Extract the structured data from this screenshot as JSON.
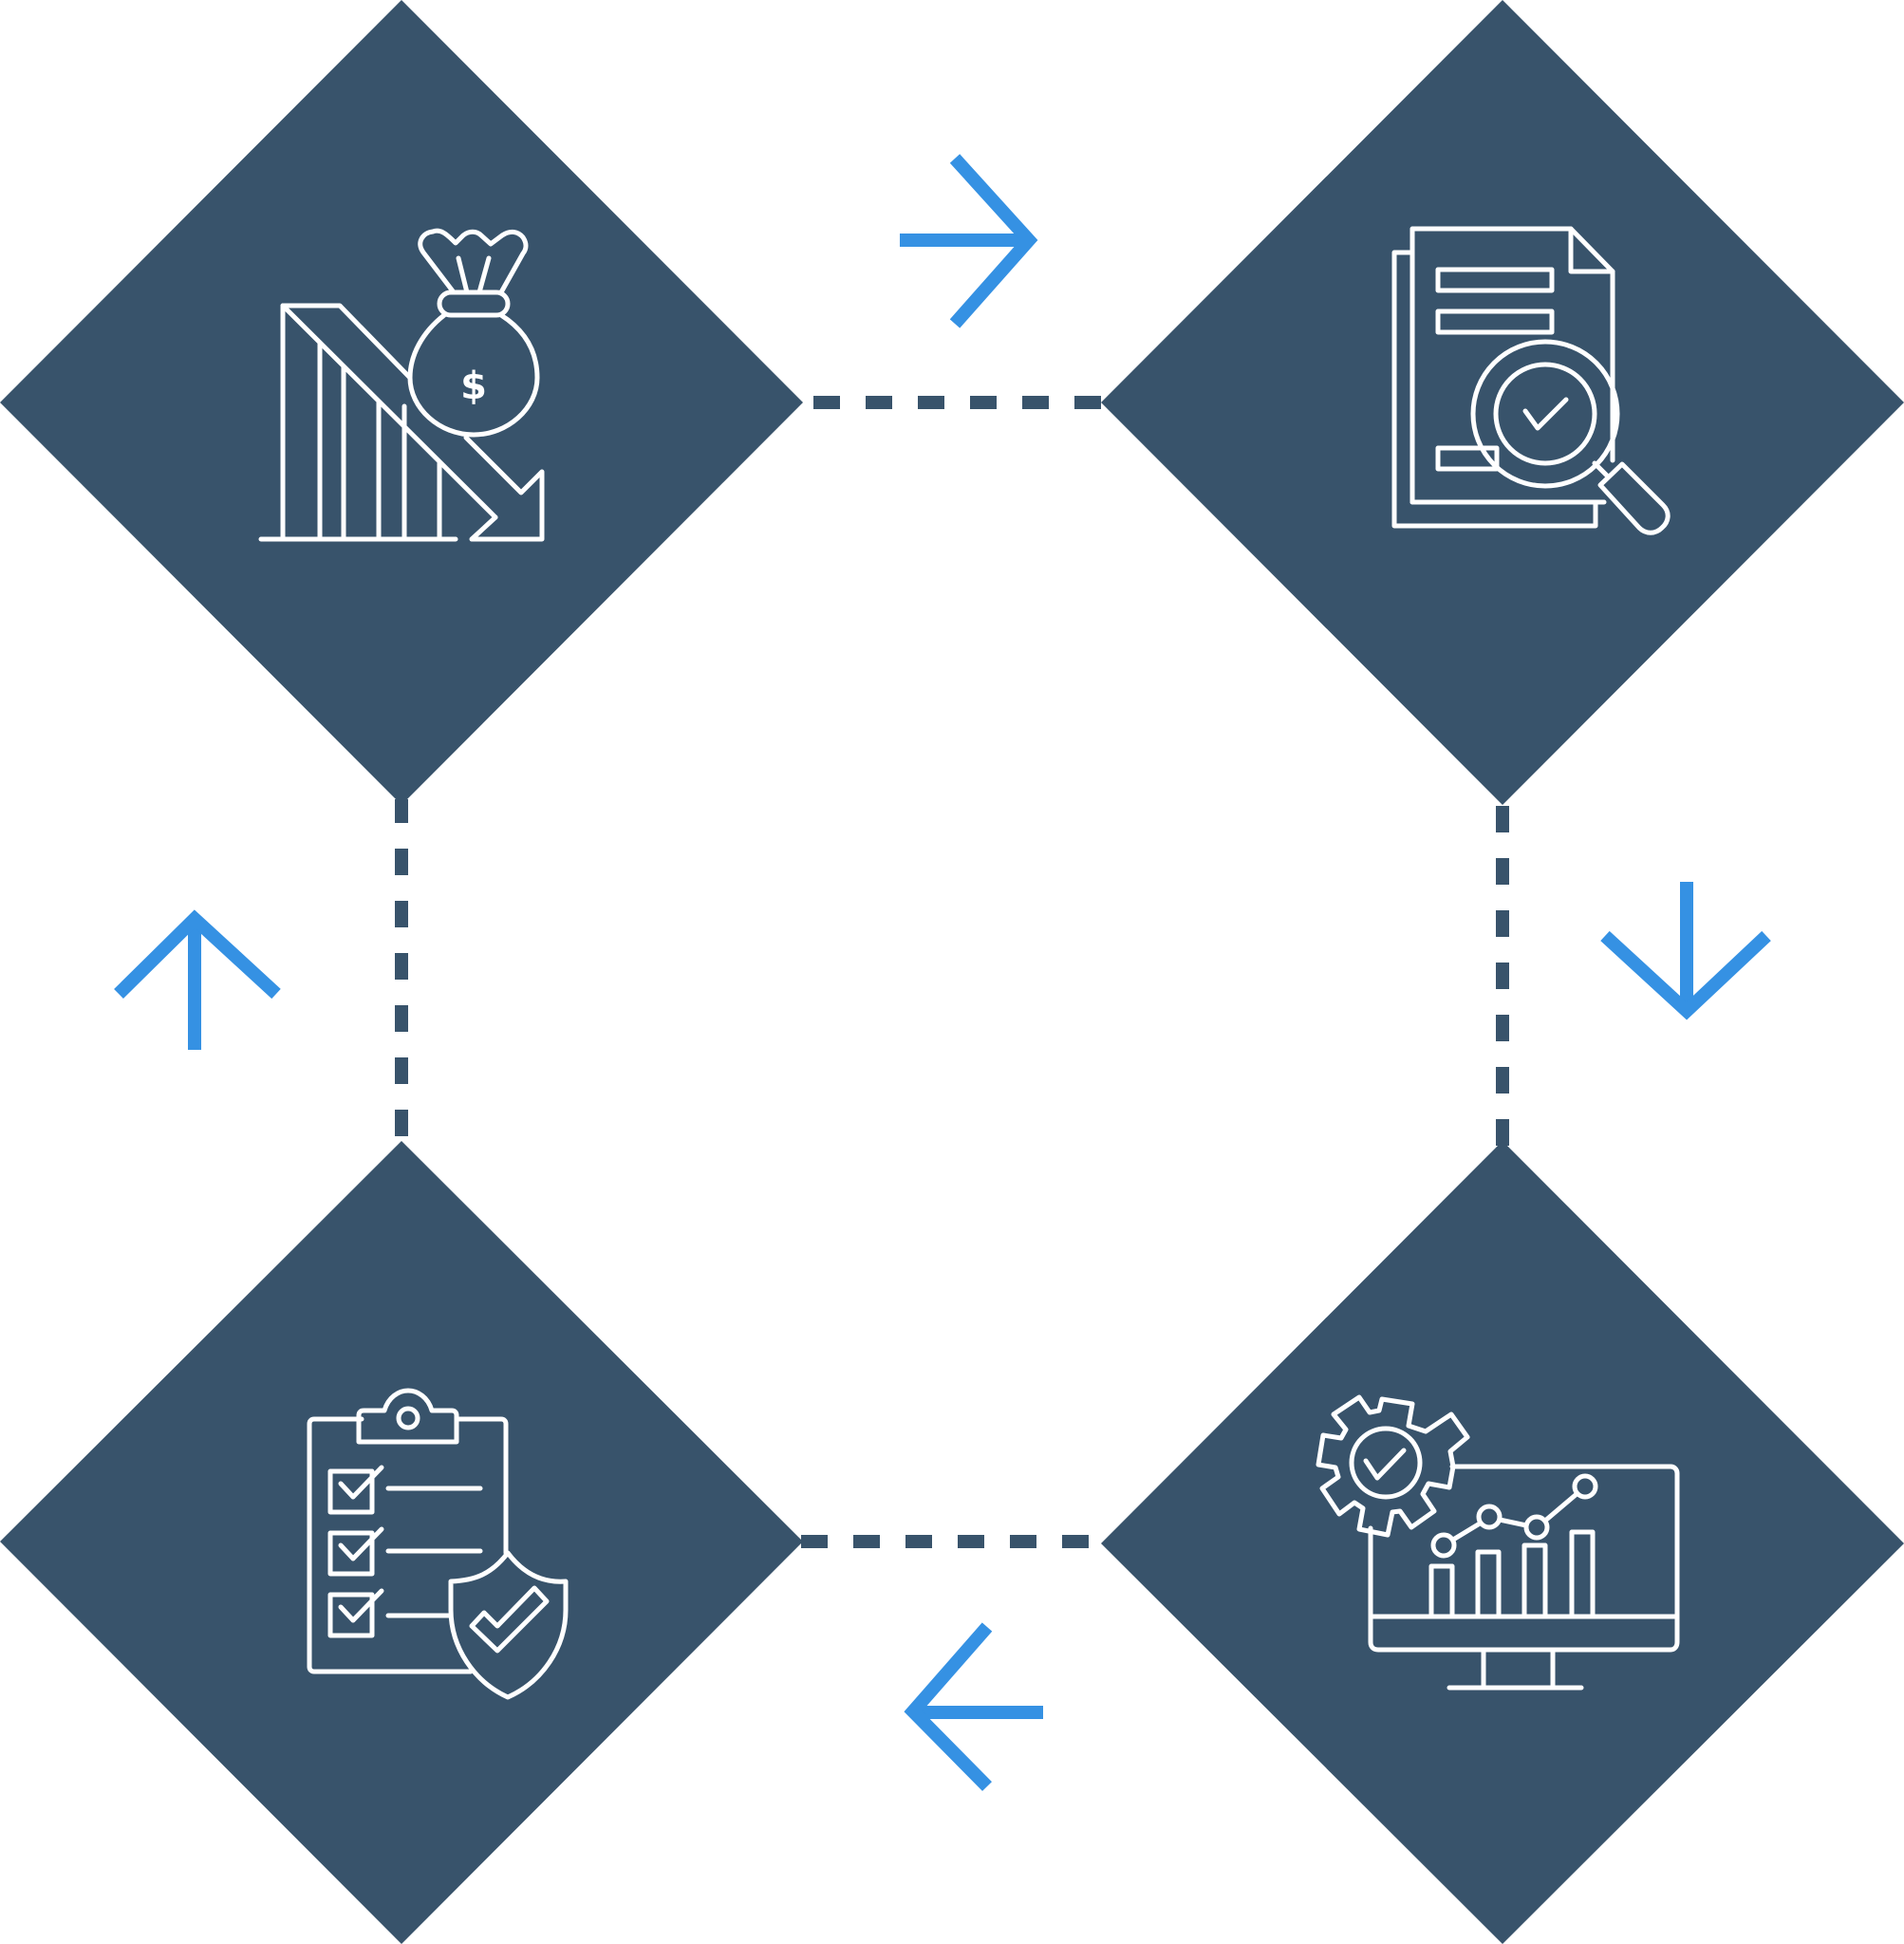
{
  "colors": {
    "diamond_fill": "#38536b",
    "icon_stroke": "#ffffff",
    "connector": "#38536b",
    "arrow": "#3591e3",
    "background": "#ffffff"
  },
  "cycle": {
    "direction": "clockwise",
    "steps": [
      {
        "position": "top-left",
        "icon": "falling-cost-bar-chart-money-bag-icon"
      },
      {
        "position": "top-right",
        "icon": "document-magnifier-check-icon"
      },
      {
        "position": "bottom-right",
        "icon": "monitor-gear-analytics-chart-icon"
      },
      {
        "position": "bottom-left",
        "icon": "clipboard-checklist-shield-icon"
      }
    ],
    "symbols": {
      "currency": "$"
    }
  }
}
